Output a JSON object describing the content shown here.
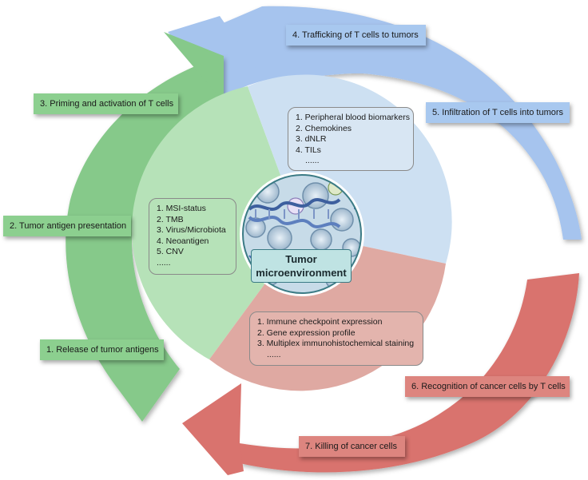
{
  "steps": [
    {
      "id": "step-1",
      "label": "1. Release of tumor antigens"
    },
    {
      "id": "step-2",
      "label": "2. Tumor antigen presentation"
    },
    {
      "id": "step-3",
      "label": "3. Priming and activation of T cells"
    },
    {
      "id": "step-4",
      "label": "4. Trafficking of T cells to tumors"
    },
    {
      "id": "step-5",
      "label": "5. Infiltration of T cells into tumors"
    },
    {
      "id": "step-6",
      "label": "6. Recognition of cancer cells by T cells"
    },
    {
      "id": "step-7",
      "label": "7. Killing of cancer cells"
    }
  ],
  "biomarker_boxes": {
    "tumor": [
      "1. MSI-status",
      "2. TMB",
      "3. Virus/Microbiota",
      "4. Neoantigen",
      "5. CNV",
      "......"
    ],
    "blood": [
      "1. Peripheral blood biomarkers",
      "2. Chemokines",
      "3. dNLR",
      "4. TILs",
      "......"
    ],
    "immune": [
      "1. Immune checkpoint expression",
      "2. Gene expression profile",
      "3. Multiplex immunohistochemical staining",
      "......"
    ]
  },
  "center": {
    "line1": "Tumor",
    "line2": "microenvironment"
  },
  "colors": {
    "green": "#7cc47f",
    "blue": "#9ec0ee",
    "red": "#d9736e",
    "green_light": "#b7e3b9",
    "blue_light": "#cfe0f1",
    "red_light": "#dfaaa3"
  }
}
